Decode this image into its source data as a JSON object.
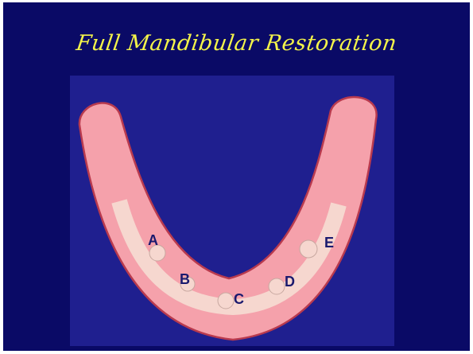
{
  "title": "Full Mandibular Restoration",
  "labels": {
    "a": "A",
    "b": "B",
    "c": "C",
    "d": "D",
    "e": "E"
  },
  "colors": {
    "slide_background": "#0a0a66",
    "panel_background": "#1f1f8f",
    "gum": "#f5a1ab",
    "bar": "#f6d7cf",
    "title": "#f3f34a"
  }
}
